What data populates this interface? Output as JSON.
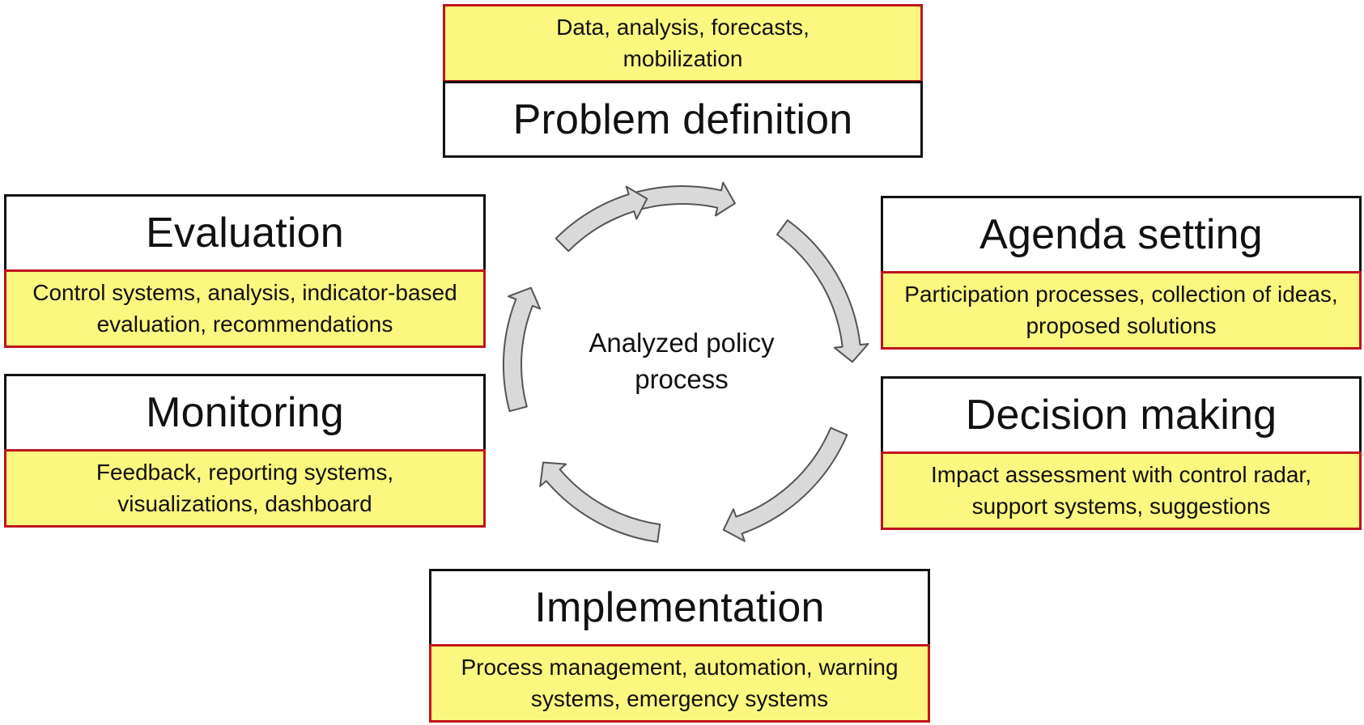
{
  "colors": {
    "detail_fill": "#fbf77f",
    "detail_border": "#c0141c",
    "title_border": "#111111",
    "arrow_fill": "#d9d9d9",
    "arrow_stroke": "#555555"
  },
  "center_label": "Analyzed policy\nprocess",
  "stages": [
    {
      "key": "problem-definition",
      "title": "Problem definition",
      "details": "Data, analysis, forecasts, mobilization"
    },
    {
      "key": "agenda-setting",
      "title": "Agenda setting",
      "details": "Participation processes, collection of ideas, proposed solutions"
    },
    {
      "key": "decision-making",
      "title": "Decision making",
      "details": "Impact assessment with control radar, support systems, suggestions"
    },
    {
      "key": "implementation",
      "title": "Implementation",
      "details": "Process management, automation, warning systems, emergency systems"
    },
    {
      "key": "monitoring",
      "title": "Monitoring",
      "details": "Feedback, reporting systems, visualizations, dashboard"
    },
    {
      "key": "evaluation",
      "title": "Evaluation",
      "details": "Control systems, analysis, indicator-based evaluation, recommendations"
    }
  ]
}
